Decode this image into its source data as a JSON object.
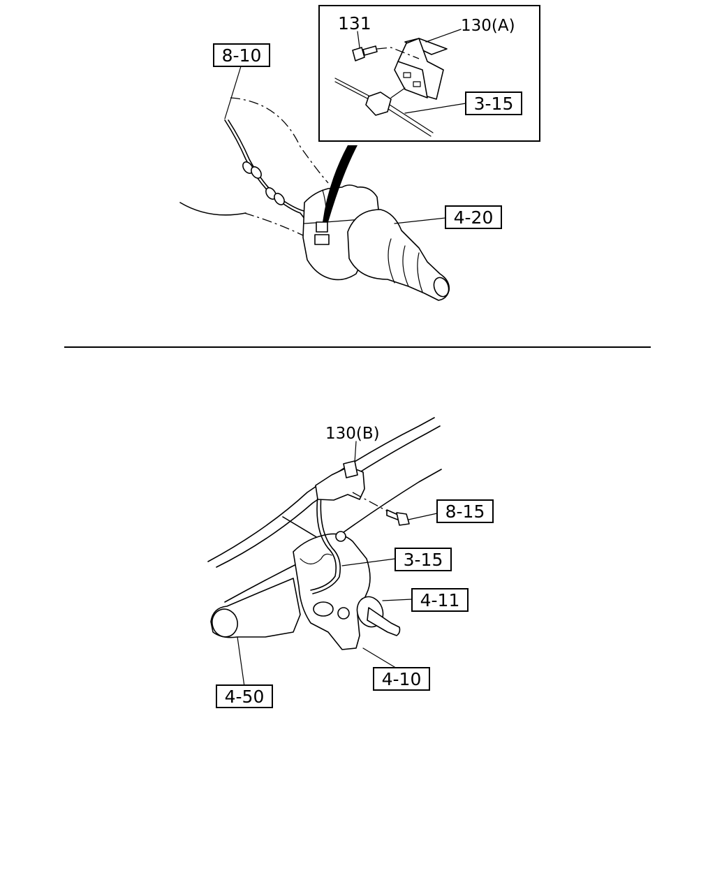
{
  "callouts_top": {
    "ref_8_10": "8-10",
    "part_131": "131",
    "part_130a": "130(A)",
    "ref_3_15_inset": "3-15",
    "ref_4_20": "4-20"
  },
  "callouts_bottom": {
    "part_130b": "130(B)",
    "ref_8_15": "8-15",
    "ref_3_15": "3-15",
    "ref_4_11": "4-11",
    "ref_4_10": "4-10",
    "ref_4_50": "4-50"
  }
}
